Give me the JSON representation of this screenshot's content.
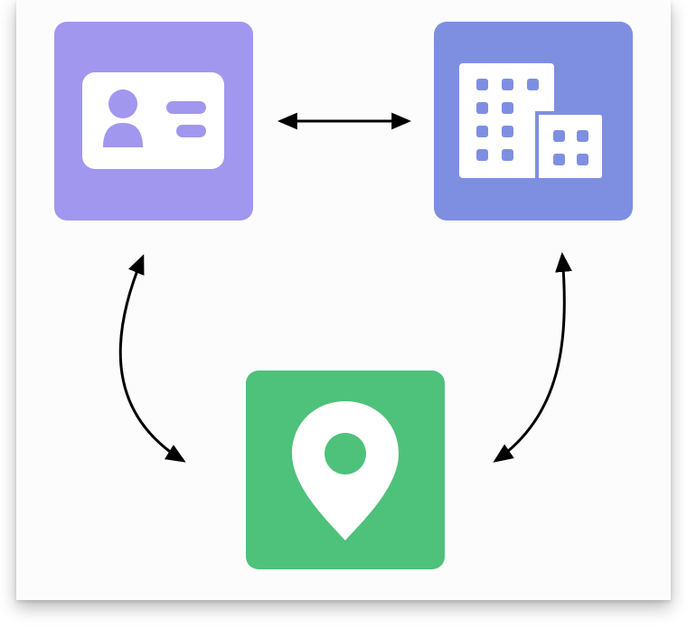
{
  "nodes": [
    {
      "id": "identity",
      "icon": "id-card-icon",
      "color": "#a197ee"
    },
    {
      "id": "organization",
      "icon": "buildings-icon",
      "color": "#7e8fe2"
    },
    {
      "id": "location",
      "icon": "map-pin-icon",
      "color": "#4ec17a"
    }
  ],
  "edges": [
    {
      "from": "identity",
      "to": "organization",
      "direction": "both"
    },
    {
      "from": "identity",
      "to": "location",
      "direction": "both"
    },
    {
      "from": "organization",
      "to": "location",
      "direction": "both"
    }
  ],
  "colors": {
    "background": "#fdfcfd",
    "icon_fill": "#ffffff",
    "arrow": "#000000"
  }
}
